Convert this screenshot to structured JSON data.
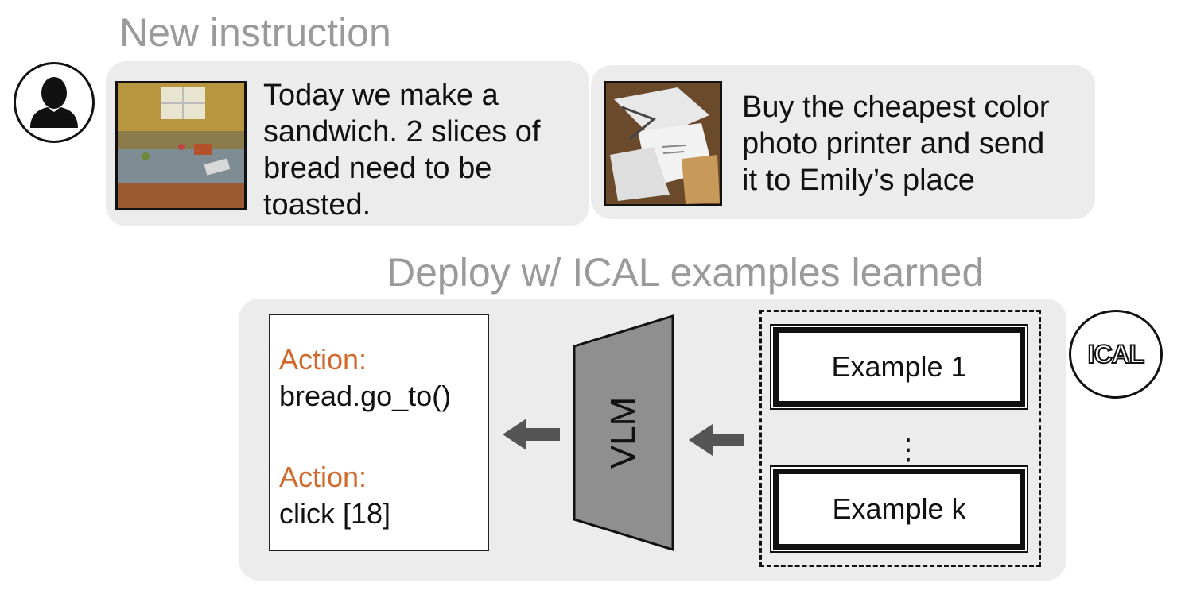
{
  "headings": {
    "new_instruction": "New instruction",
    "deploy": "Deploy w/ ICAL examples learned"
  },
  "instructions": [
    {
      "text_lines": [
        "Today we make a",
        "sandwich. 2 slices of",
        "bread need to be",
        "toasted."
      ]
    },
    {
      "text_lines": [
        "Buy the cheapest color",
        "photo printer and send",
        "it to Emily’s place"
      ]
    }
  ],
  "output": {
    "actions": [
      {
        "label": "Action:",
        "code": "bread.go_to()"
      },
      {
        "label": "Action:",
        "code": "click [18]"
      }
    ]
  },
  "model": {
    "label": "VLM"
  },
  "examples": [
    {
      "label": "Example 1"
    },
    {
      "label": "Example k"
    }
  ],
  "ellipsis": "⋮",
  "badge": {
    "text": "ICAL"
  },
  "colors": {
    "action_label": "#d2692c",
    "heading": "#9a9a9a",
    "bubble": "#ececec"
  }
}
